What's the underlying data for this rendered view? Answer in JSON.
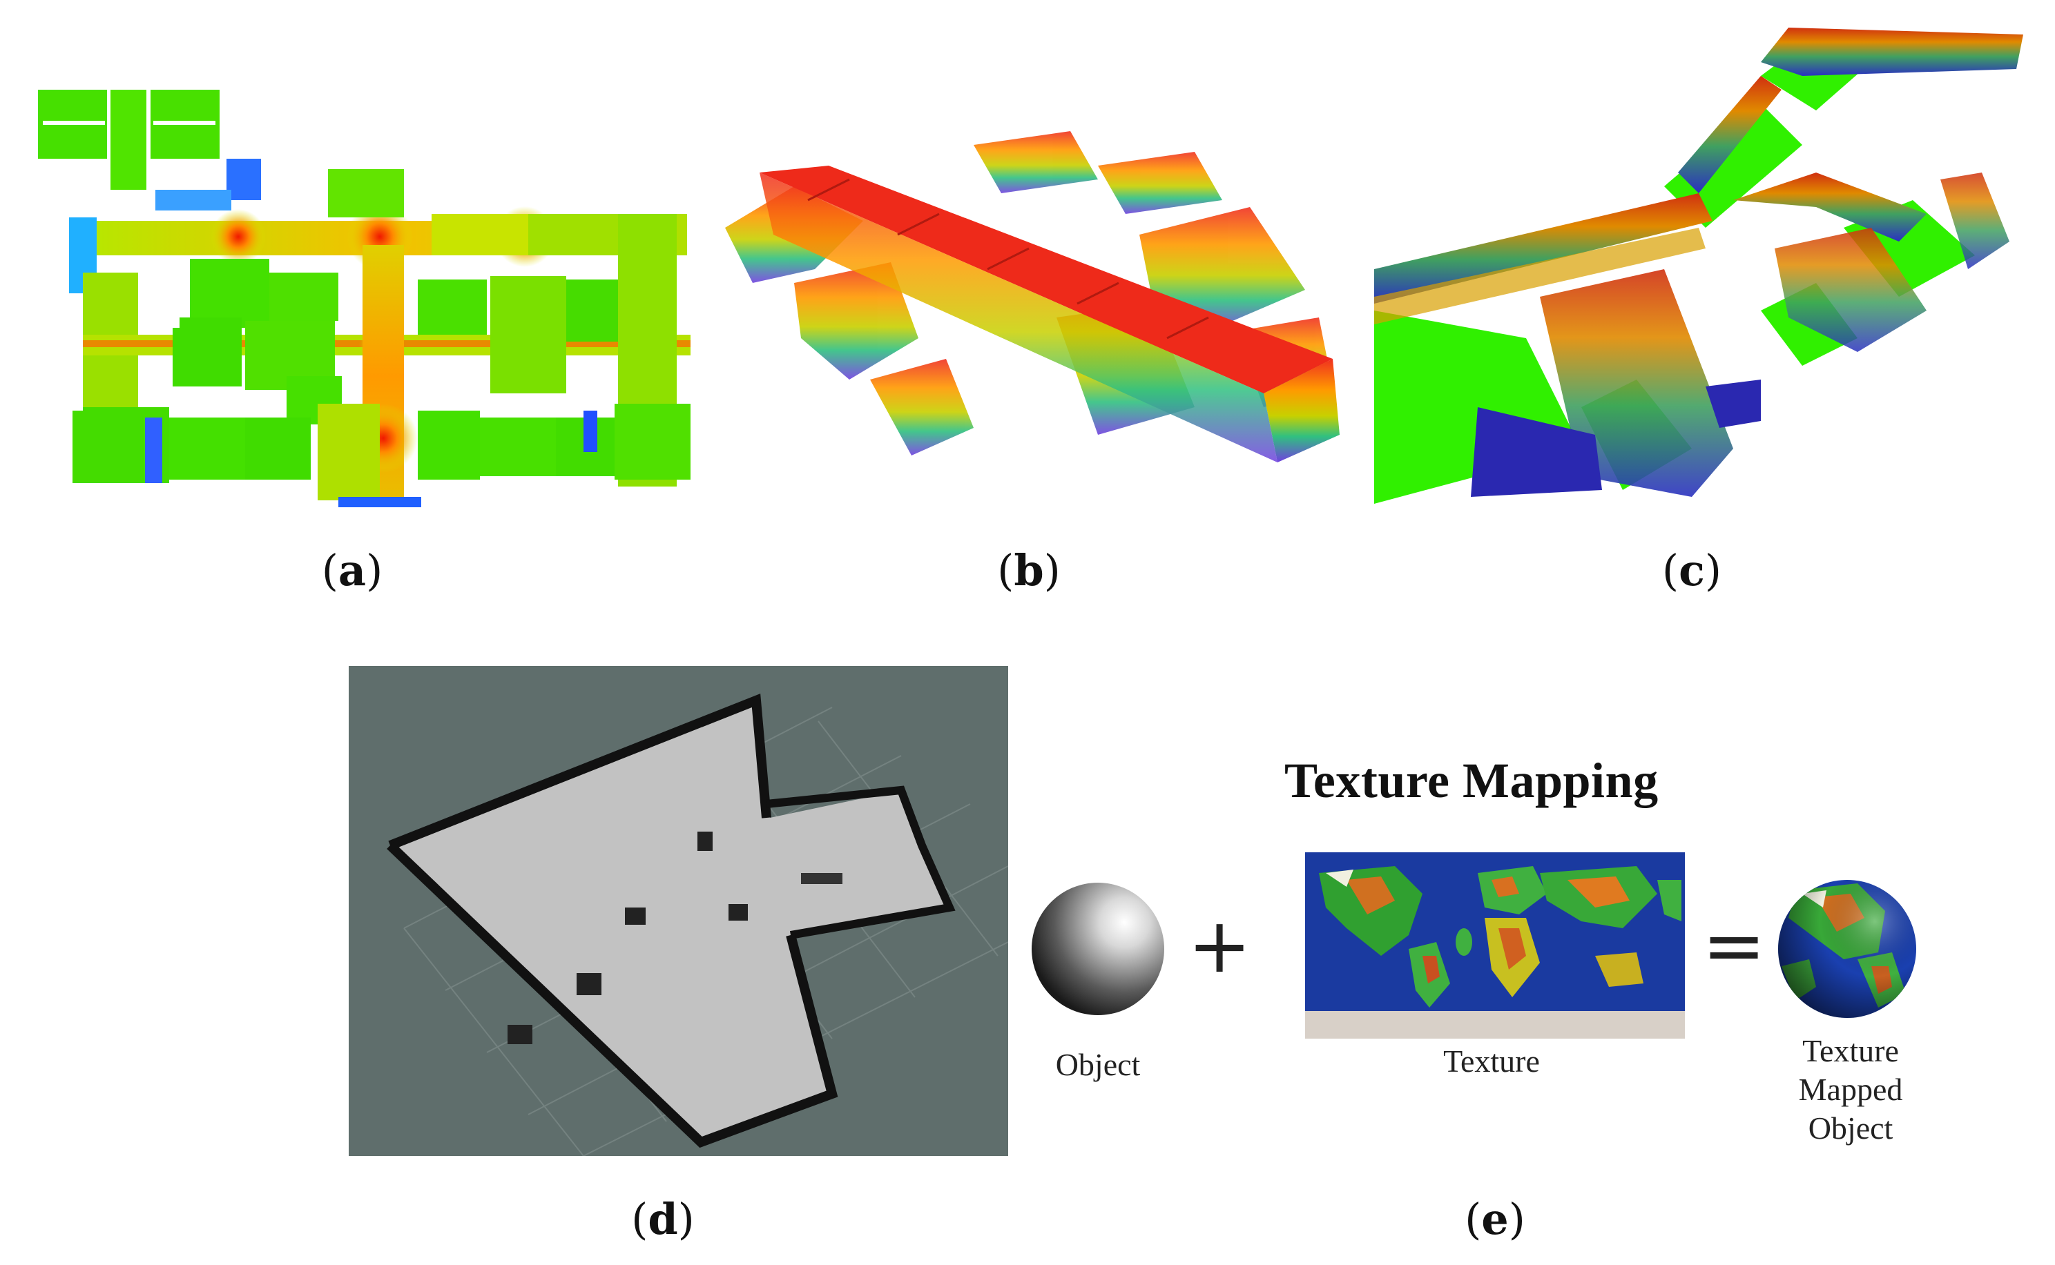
{
  "captions": {
    "a": "a",
    "b": "b",
    "c": "c",
    "d": "d",
    "e": "e"
  },
  "texture_mapping": {
    "title": "Texture Mapping",
    "object_label": "Object",
    "texture_label": "Texture",
    "mapped_label_line1": "Texture Mapped",
    "mapped_label_line2": "Object",
    "plus_symbol": "+",
    "equals_symbol": "="
  },
  "colors": {
    "map_green": "#44e000",
    "map_yellow": "#d8e800",
    "map_red": "#f02000",
    "map_blue": "#2050ff",
    "occupancy_bg": "#5f6e6c",
    "occupancy_free": "#c2c2c2",
    "occupancy_wall": "#111111",
    "ocean": "#1a3aa0"
  }
}
